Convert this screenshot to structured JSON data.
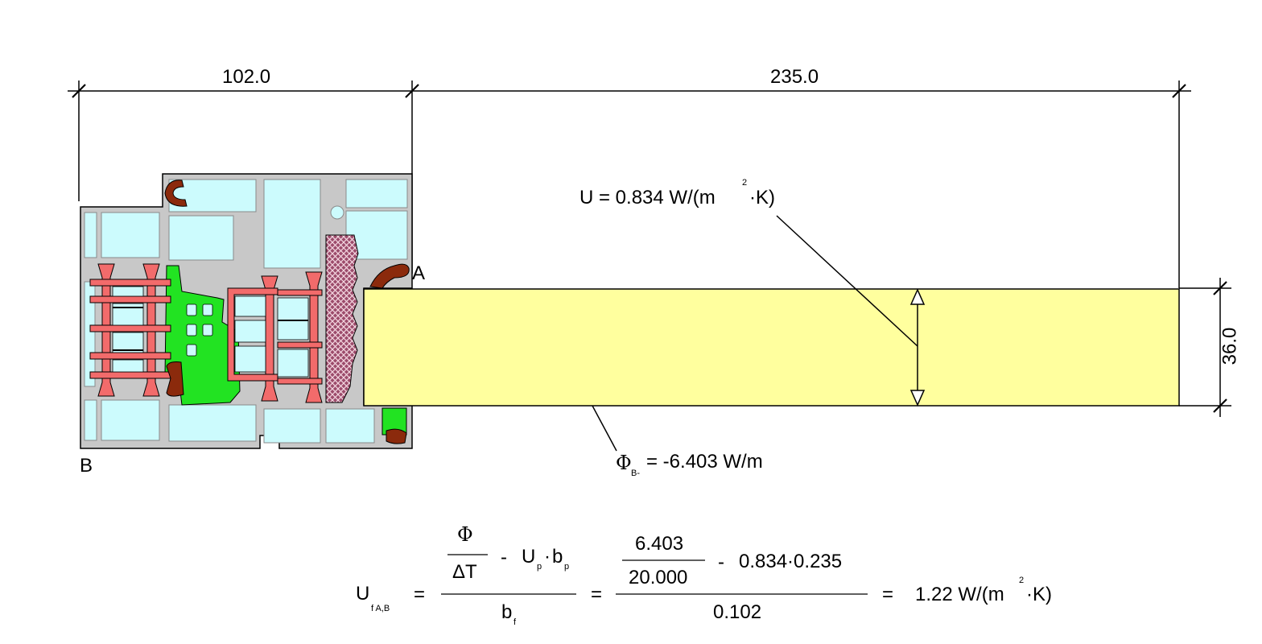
{
  "dimensions": {
    "frame_width": "102.0",
    "panel_width": "235.0",
    "panel_thickness": "36.0"
  },
  "points": {
    "a": "A",
    "b": "B"
  },
  "panel_label": {
    "u_value": "U = 0.834 W/(m",
    "u_exp": "2",
    "u_tail": "·K)"
  },
  "flux_label": {
    "phi": "Φ",
    "sub": "B-",
    "value": "= -6.403 W/m"
  },
  "formula": {
    "lhs": "U",
    "lhs_sub": "f A,B",
    "eq1": "=",
    "phi": "Φ",
    "delta_t": "ΔT",
    "minus1": "-",
    "up": "U",
    "up_sub": "p",
    "dot1": "·",
    "bp": "b",
    "bp_sub": "p",
    "bf": "b",
    "bf_sub": "f",
    "eq2": "=",
    "num_top": "6.403",
    "num_den": "20.000",
    "minus2": "-",
    "product": "0.834·0.235",
    "denominator": "0.102",
    "eq3": "=",
    "result": "1.22 W/(m",
    "result_exp": "2",
    "result_tail": "·K)"
  },
  "colors": {
    "panel_fill": "#ffff9e",
    "cavity_fill": "#ccfbfd",
    "aluminium": "#c8c8c8",
    "thermal_break": "#f26b6b",
    "insulation_green": "#22e322",
    "gasket_brown": "#8b2a0c",
    "hatched_fill": "#9c4b6b"
  }
}
